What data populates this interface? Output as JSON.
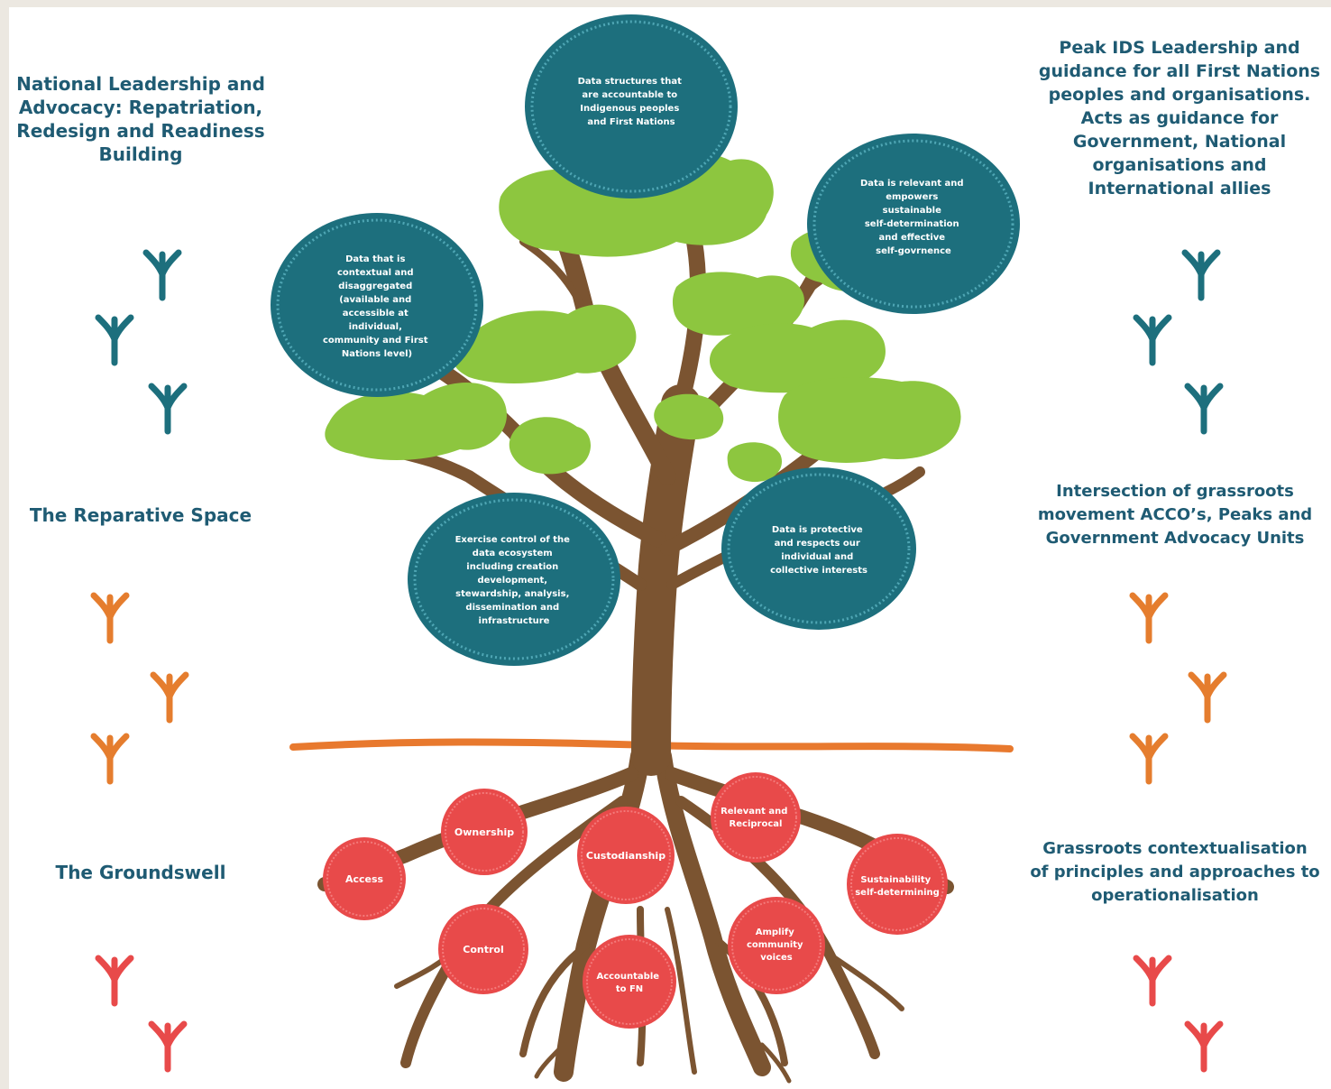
{
  "left_labels": {
    "national": [
      "National Leadership and",
      "Advocacy: Repatriation,",
      "Redesign and Readiness",
      "Building"
    ],
    "reparative": [
      "The Reparative Space"
    ],
    "groundswell": [
      "The Groundswell"
    ]
  },
  "right_labels": {
    "peak": [
      "Peak IDS Leadership and",
      "guidance for all First Nations",
      "peoples and organisations.",
      "Acts as guidance for",
      "Government, National",
      "organisations and",
      "International allies"
    ],
    "intersection": [
      "Intersection of grassroots",
      "movement ACCO’s, Peaks and",
      "Government Advocacy Units"
    ],
    "grassroots": [
      "Grassroots contextualisation",
      "of principles and approaches to",
      "operationalisation"
    ]
  },
  "canopy_bubbles": [
    {
      "id": "accountable-structures",
      "lines": [
        "Data structures that",
        "are accountable to",
        "Indigenous peoples",
        "and First Nations"
      ]
    },
    {
      "id": "relevant-empowers",
      "lines": [
        "Data is relevant and",
        "empowers",
        "sustainable",
        "self-determination",
        "and effective",
        "self-govrnence"
      ]
    },
    {
      "id": "contextual-disaggregated",
      "lines": [
        "Data that is",
        "contextual and",
        "disaggregated",
        "(available and",
        "accessible at",
        "individual,",
        "community and First",
        "Nations level)"
      ]
    },
    {
      "id": "exercise-control",
      "lines": [
        "Exercise control of the",
        "data ecosystem",
        "including creation",
        "development,",
        "stewardship, analysis,",
        "dissemination and",
        "infrastructure"
      ]
    },
    {
      "id": "protective",
      "lines": [
        "Data is protective",
        "and respects our",
        "individual and",
        "collective interests"
      ]
    }
  ],
  "root_bubbles": [
    {
      "id": "access",
      "lines": [
        "Access"
      ]
    },
    {
      "id": "ownership",
      "lines": [
        "Ownership"
      ]
    },
    {
      "id": "custodianship",
      "lines": [
        "Custodianship"
      ]
    },
    {
      "id": "relevant-reciprocal",
      "lines": [
        "Relevant and",
        "Reciprocal"
      ]
    },
    {
      "id": "sustainability",
      "lines": [
        "Sustainability",
        "self-determining"
      ]
    },
    {
      "id": "control",
      "lines": [
        "Control"
      ]
    },
    {
      "id": "accountable-fn",
      "lines": [
        "Accountable",
        "to FN"
      ]
    },
    {
      "id": "amplify",
      "lines": [
        "Amplify",
        "community",
        "voices"
      ]
    }
  ],
  "colors": {
    "teal": "#1d6f7d",
    "teal_light": "#4fa6b4",
    "leaf": "#8dc63f",
    "trunk": "#7b5431",
    "ground": "#e8792e",
    "orange_footprint": "#e57d2e",
    "red": "#e84a4a",
    "red_light": "#f37a7a",
    "heading_text": "#1f5b73"
  },
  "icons": {
    "teal_footprints": "bird-track-icon",
    "orange_footprints": "bird-track-icon",
    "red_footprints": "bird-track-icon"
  }
}
